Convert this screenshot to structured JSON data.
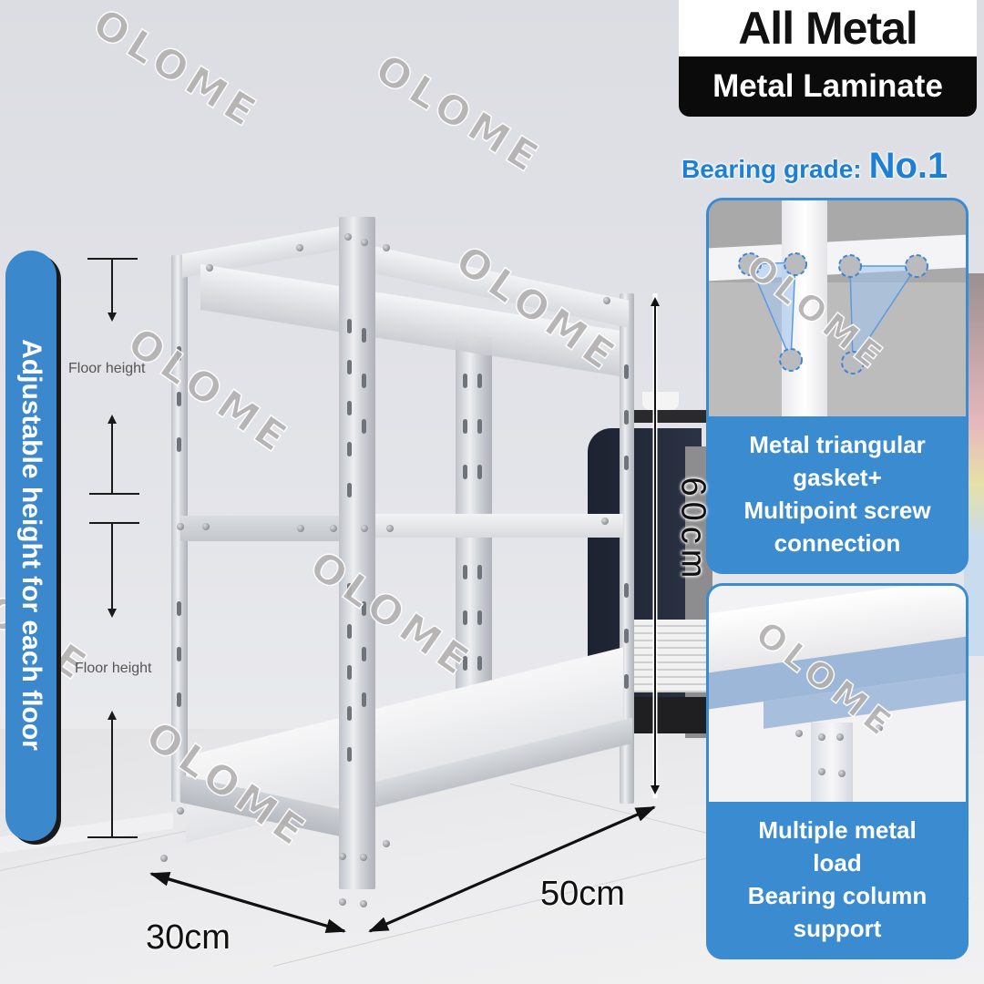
{
  "header": {
    "title": "All Metal",
    "subtitle": "Metal Laminate"
  },
  "grade": {
    "label": "Bearing grade:",
    "value": "No.1"
  },
  "side_banner": {
    "text": "Adjustable height for each floor"
  },
  "floor_height_labels": [
    "Floor height",
    "Floor height"
  ],
  "dimensions": {
    "height": "60cm",
    "width": "50cm",
    "depth": "30cm"
  },
  "cards": [
    {
      "text_lines": [
        "Metal triangular",
        "gasket+",
        "Multipoint screw",
        "connection"
      ],
      "image": "triangular-gasket-closeup"
    },
    {
      "text_lines": [
        "Multiple metal",
        "load",
        "Bearing column",
        "support"
      ],
      "image": "column-support-closeup"
    }
  ],
  "watermark": "OLOME",
  "colors": {
    "accent_blue": "#3a8bd0",
    "grade_blue": "#1d7fd6",
    "badge_black": "#0b0b0b",
    "background": "#e2e3e8"
  }
}
